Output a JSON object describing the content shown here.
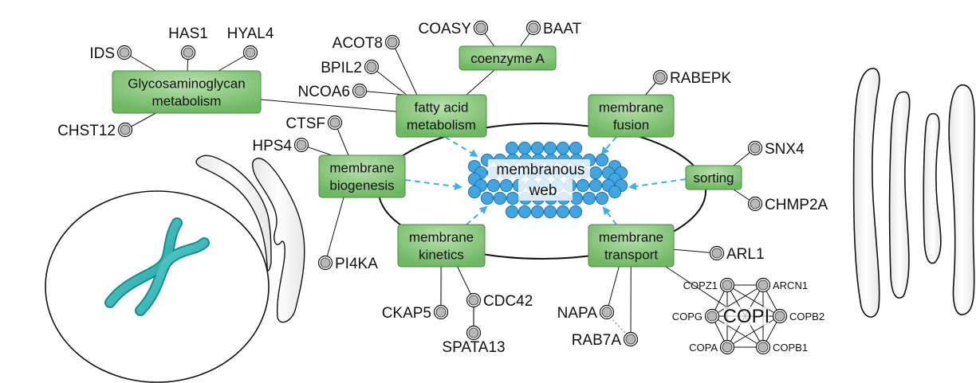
{
  "diagram": {
    "center": {
      "label_lines": [
        "membranous",
        "web"
      ]
    },
    "colors": {
      "box_fill": "#7dc370",
      "box_stroke": "#4b8a45",
      "dot_fill": "#3fa6e0",
      "dot_stroke": "#2a6fb0",
      "arrow": "#3fb0e6",
      "gene_fill": "#b8b8b8",
      "chromosome": "#2fb5b5"
    },
    "processes": [
      {
        "id": "gag",
        "lines": [
          "Glycosaminoglycan",
          "metabolism"
        ]
      },
      {
        "id": "fatty",
        "lines": [
          "fatty acid",
          "metabolism"
        ]
      },
      {
        "id": "coa",
        "lines": [
          "coenzyme A"
        ]
      },
      {
        "id": "fusion",
        "lines": [
          "membrane",
          "fusion"
        ]
      },
      {
        "id": "biogenesis",
        "lines": [
          "membrane",
          "biogenesis"
        ]
      },
      {
        "id": "sorting",
        "lines": [
          "sorting"
        ]
      },
      {
        "id": "kinetics",
        "lines": [
          "membrane",
          "kinetics"
        ]
      },
      {
        "id": "transport",
        "lines": [
          "membrane",
          "transport"
        ]
      }
    ],
    "genes": [
      {
        "name": "IDS",
        "links": [
          "gag"
        ]
      },
      {
        "name": "HAS1",
        "links": [
          "gag"
        ]
      },
      {
        "name": "HYAL4",
        "links": [
          "gag"
        ]
      },
      {
        "name": "CHST12",
        "links": [
          "gag"
        ]
      },
      {
        "name": "ACOT8",
        "links": [
          "fatty"
        ]
      },
      {
        "name": "BPIL2",
        "links": [
          "fatty"
        ]
      },
      {
        "name": "NCOA6",
        "links": [
          "fatty"
        ]
      },
      {
        "name": "COASY",
        "links": [
          "coa"
        ]
      },
      {
        "name": "BAAT",
        "links": [
          "coa"
        ]
      },
      {
        "name": "RABEPK",
        "links": [
          "fusion"
        ]
      },
      {
        "name": "CTSF",
        "links": [
          "biogenesis"
        ]
      },
      {
        "name": "HPS4",
        "links": [
          "biogenesis"
        ]
      },
      {
        "name": "PI4KA",
        "links": [
          "biogenesis"
        ]
      },
      {
        "name": "SNX4",
        "links": [
          "sorting"
        ]
      },
      {
        "name": "CHMP2A",
        "links": [
          "sorting"
        ]
      },
      {
        "name": "CKAP5",
        "links": [
          "kinetics"
        ]
      },
      {
        "name": "CDC42",
        "links": [
          "kinetics"
        ]
      },
      {
        "name": "SPATA13",
        "links": [
          "CDC42"
        ]
      },
      {
        "name": "ARL1",
        "links": [
          "transport"
        ]
      },
      {
        "name": "NAPA",
        "links": [
          "transport"
        ]
      },
      {
        "name": "RAB7A",
        "links": [
          "transport"
        ]
      }
    ],
    "complex": {
      "name": "COPI",
      "members": [
        "COPZ1",
        "ARCN1",
        "COPG",
        "COPB2",
        "COPA",
        "COPB1"
      ]
    }
  }
}
